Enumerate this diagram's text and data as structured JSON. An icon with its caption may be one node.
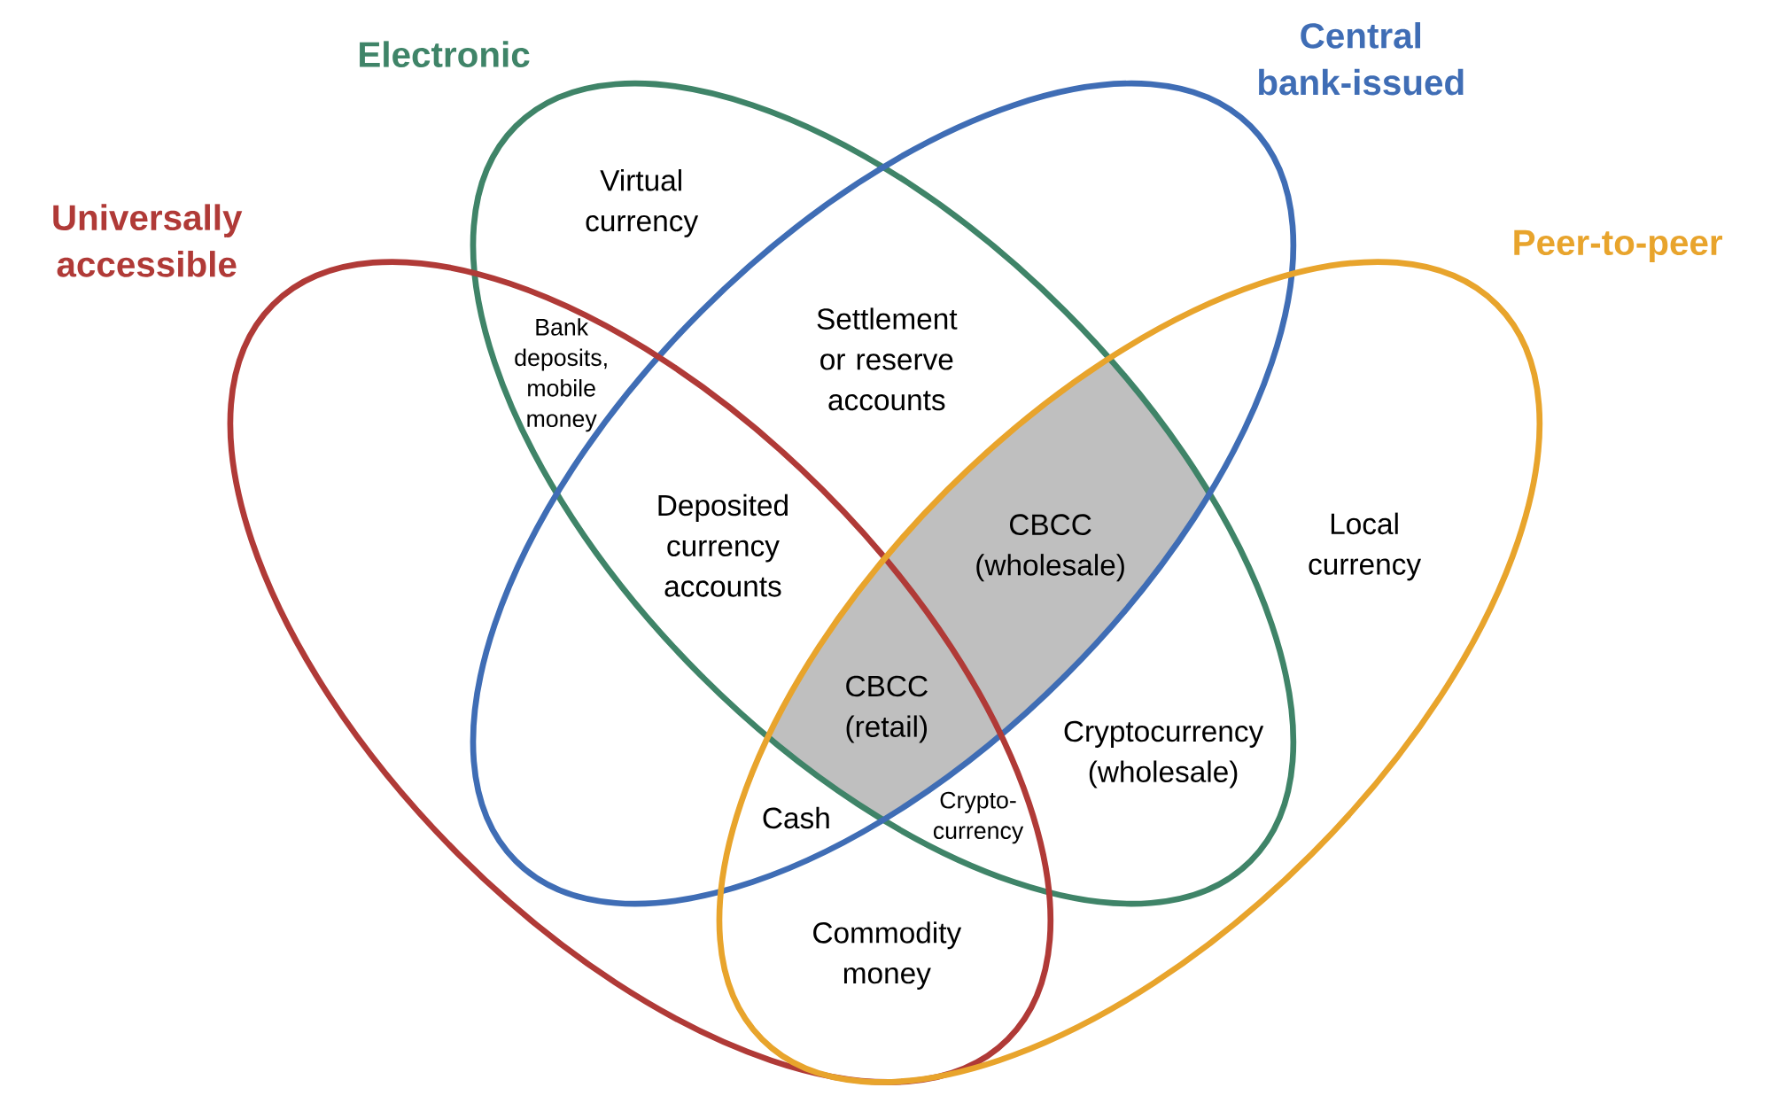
{
  "diagram": {
    "nodes": [
      {
        "text": [
          "Electronic"
        ]
      },
      {
        "text": [
          "Central bank-issued"
        ]
      },
      {
        "text": [
          "Universally accessible"
        ]
      },
      {
        "text": [
          "Peer-to-peer"
        ]
      }
    ],
    "labels": [
      "Virtual currency",
      "Bank deposits, mobile money",
      "Settlement or reserve accounts",
      "Deposited currency accounts",
      "CBCC (wholesale)",
      "Local currency",
      "CBCC (retail)",
      "Cryptocurrency (wholesale)",
      "Cash",
      "Crypto-currency",
      "Commodity money"
    ]
  }
}
